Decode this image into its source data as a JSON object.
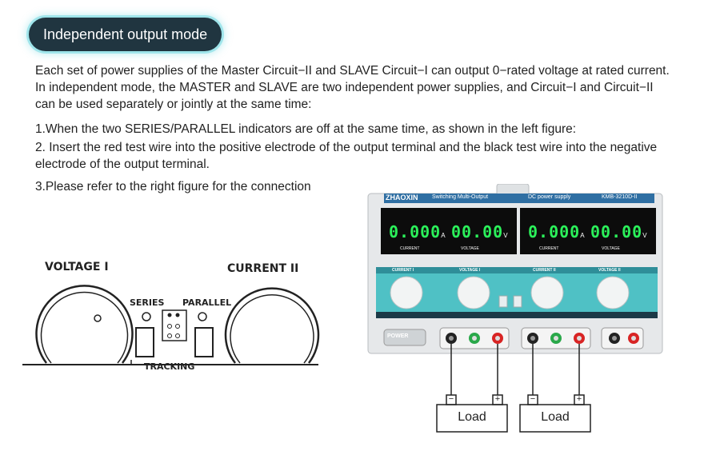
{
  "heading": "Independent output mode",
  "paragraph1": "Each set of power supplies of the Master Circuit−II and SLAVE Circuit−I can output 0−rated voltage at rated current. In independent mode, the MASTER and SLAVE are two independent power supplies, and Circuit−I and Circuit−II can be used separately or jointly at the same time:",
  "step1": "1.When the two SERIES/PARALLEL indicators are off at the same time, as shown in the left figure:",
  "step2": "2. Insert the red test wire into the positive electrode of the output terminal and the black test wire into the negative electrode of the output terminal.",
  "step3": "3.Please refer to the right figure for the connection",
  "panel": {
    "voltage_label": "VOLTAGE I",
    "current_label": "CURRENT II",
    "series": "SERIES",
    "parallel": "PARALLEL",
    "tracking": "TRACKING"
  },
  "device": {
    "brand": "ZHAOXIN",
    "subtitle": "Switching Multi-Output",
    "dc_label": "DC power supply",
    "model": "KMB-3210D-II",
    "left_current": "0.000",
    "left_voltage": "00.00",
    "right_current": "0.000",
    "right_voltage": "00.00",
    "unit_a": "A",
    "unit_v": "V",
    "disp_current": "CURRENT",
    "disp_voltage": "VOLTAGE",
    "knob_labels": [
      "CURRENT I",
      "VOLTAGE I",
      "CURRENT II",
      "VOLTAGE II"
    ],
    "power": "POWER"
  },
  "load_left": "Load",
  "load_right": "Load",
  "minus": "−",
  "plus": "+"
}
